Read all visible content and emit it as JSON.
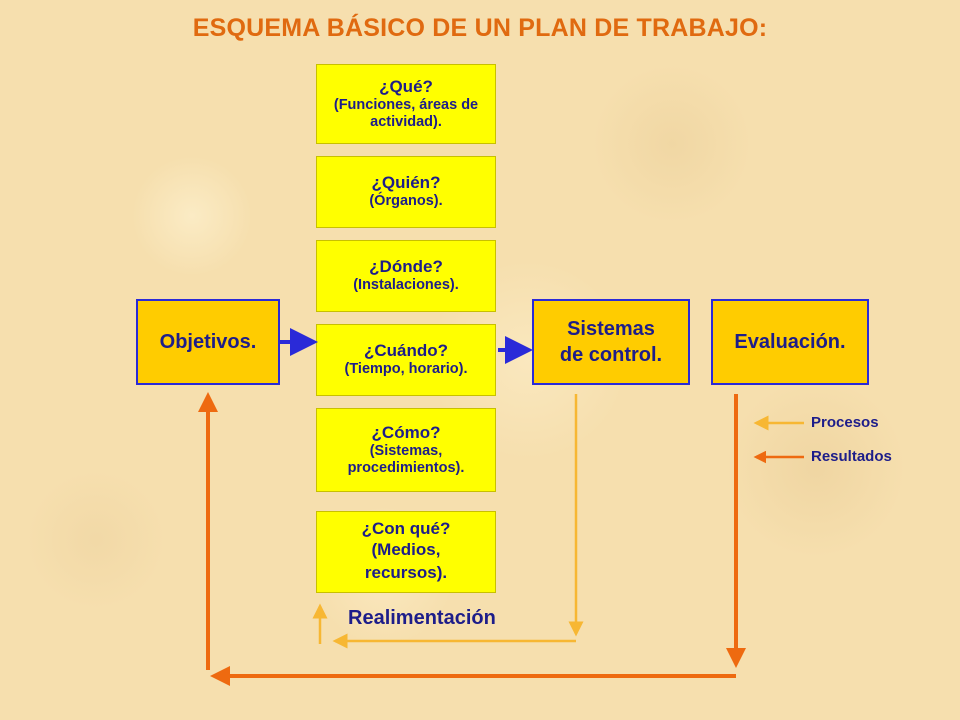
{
  "title": "ESQUEMA BÁSICO DE UN PLAN DE TRABAJO:",
  "questions": [
    {
      "q": "¿Qué?",
      "d": "(Funciones, áreas de actividad)."
    },
    {
      "q": "¿Quién?",
      "d": "(Órganos)."
    },
    {
      "q": "¿Dónde?",
      "d": "(Instalaciones)."
    },
    {
      "q": "¿Cuándo?",
      "d": "(Tiempo, horario)."
    },
    {
      "q": "¿Cómo?",
      "d": "(Sistemas, procedimientos)."
    },
    {
      "q": "¿Con qué?",
      "d": "(Medios, recursos)."
    }
  ],
  "boxes": {
    "objetivos": "Objetivos.",
    "sistemas_line1": "Sistemas",
    "sistemas_line2": "de control.",
    "evaluacion": "Evaluación."
  },
  "feedback_label": "Realimentación",
  "legend": {
    "procesos": "Procesos",
    "resultados": "Resultados"
  },
  "colors": {
    "question_box": "#ffff00",
    "main_box": "#ffcc00",
    "text": "#1d1d8a",
    "title": "#e06a10",
    "blue_arrow": "#2a2ad8",
    "process_arrow": "#f7b733",
    "result_arrow": "#ee6a10"
  }
}
